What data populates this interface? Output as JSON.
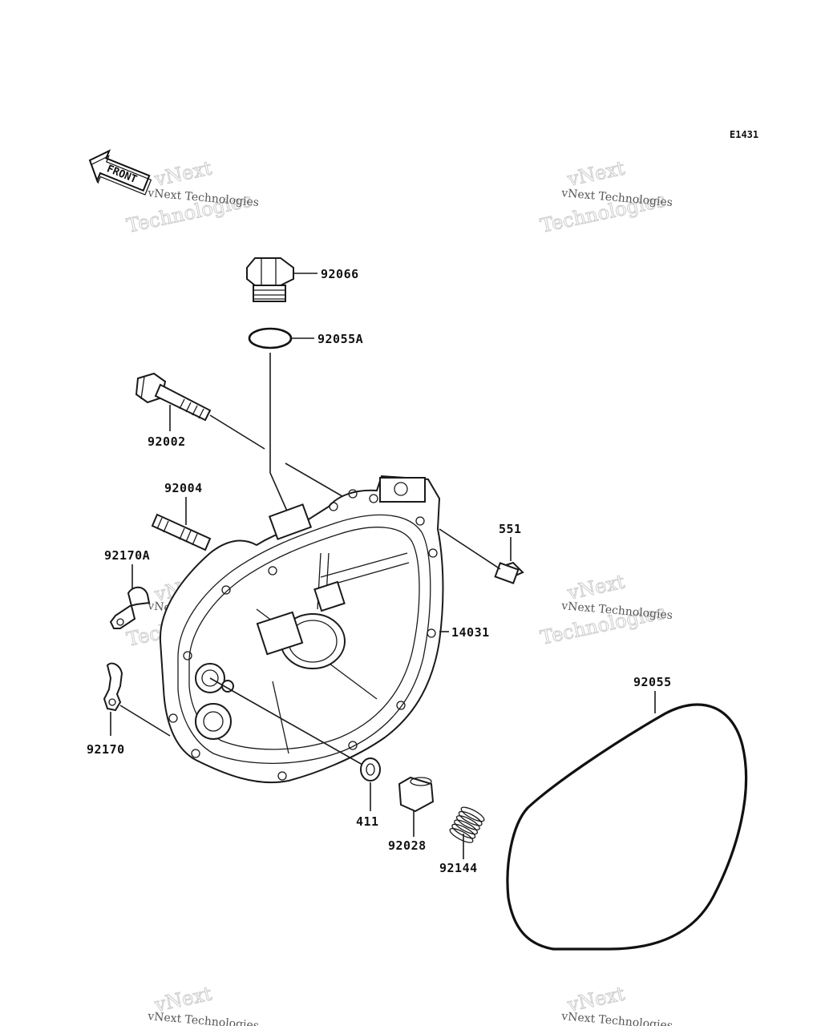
{
  "diagram": {
    "code": "E1431",
    "front_label": "FRONT",
    "parts": {
      "p92066": "92066",
      "p92055A": "92055A",
      "p92002": "92002",
      "p92004": "92004",
      "p92170A": "92170A",
      "p551": "551",
      "p14031": "14031",
      "p92055": "92055",
      "p92170": "92170",
      "p411": "411",
      "p92028": "92028",
      "p92144": "92144"
    }
  },
  "watermark": {
    "brand": "vNext",
    "company": "vNext Technologies",
    "word": "Technologies"
  }
}
